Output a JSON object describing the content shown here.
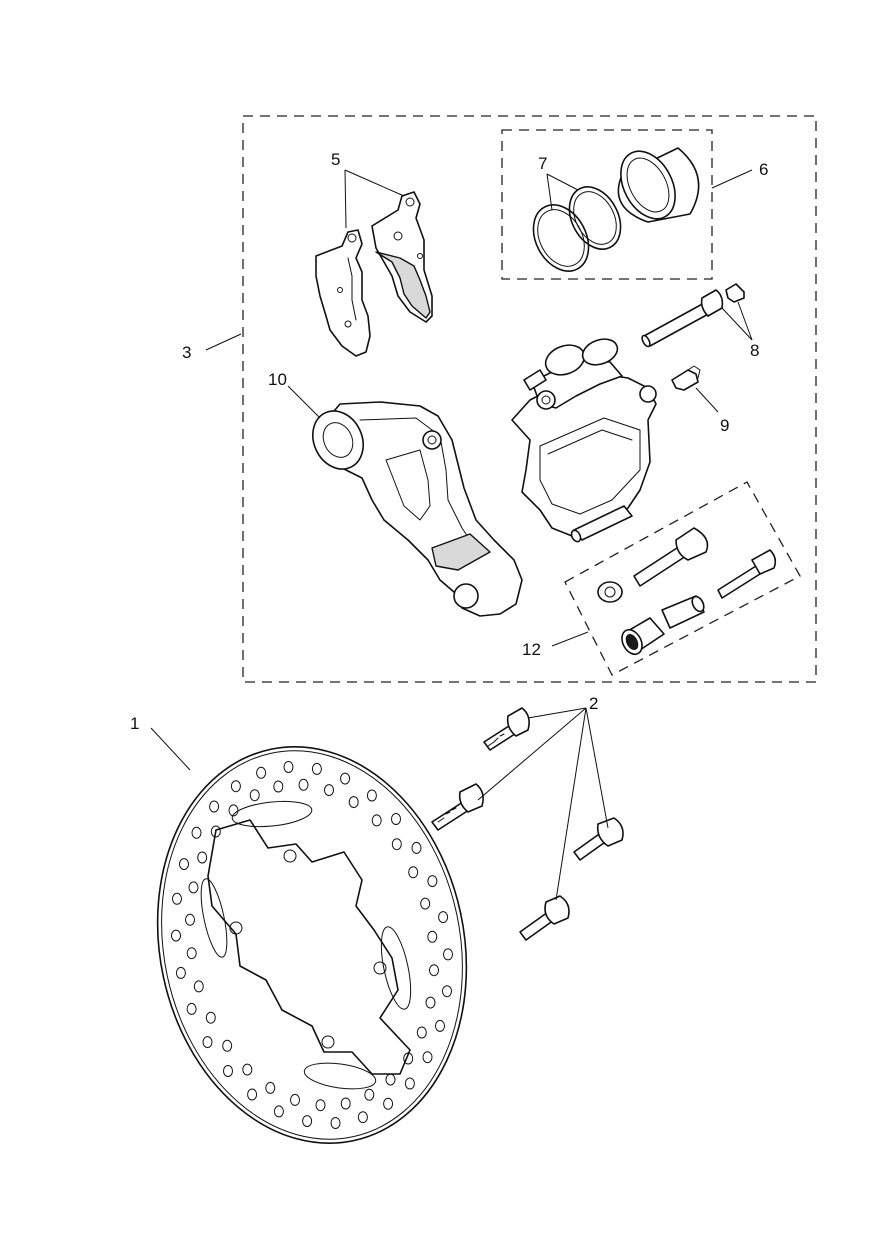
{
  "callouts": {
    "disc": "1",
    "bolts": "2",
    "caliper_kit": "3",
    "pads": "5",
    "piston": "6",
    "seals": "7",
    "pin_plug": "8",
    "bleed_nipple": "9",
    "bracket": "10",
    "slide_kit": "12"
  },
  "icons": {
    "disc": "brake-disc-icon",
    "bolt": "bolt-icon",
    "pad": "brake-pad-icon",
    "piston": "piston-icon",
    "seal": "seal-ring-icon",
    "caliper": "caliper-body-icon",
    "bracket": "caliper-bracket-icon"
  },
  "colors": {
    "line": "#111111",
    "background": "#ffffff",
    "shade": "#d9d9d9"
  }
}
